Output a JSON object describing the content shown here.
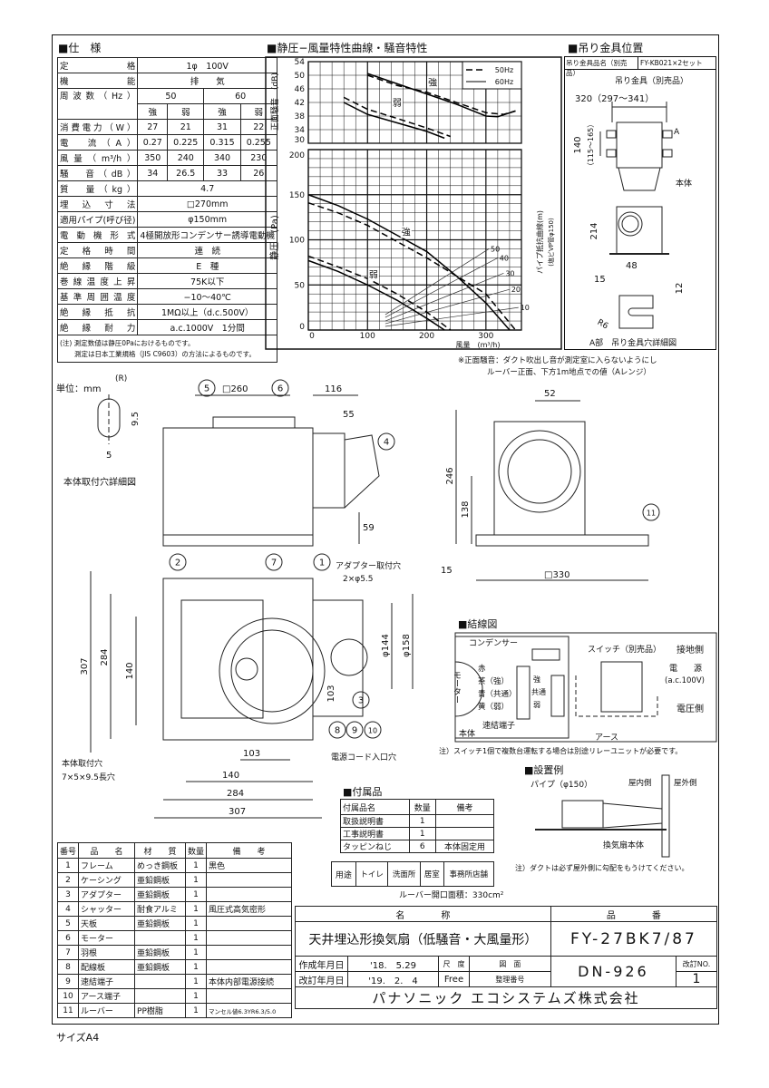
{
  "sheet": {
    "size_label": "サイズA4",
    "unit_label": "単位：mm"
  },
  "spec": {
    "title": "■仕　様",
    "rated": {
      "label": "定　　　格",
      "value": "1φ　100V"
    },
    "function": {
      "label": "機　　　能",
      "value": "排　　気"
    },
    "frequency": {
      "label": "周波数（Hz）",
      "f50": "50",
      "f60": "60"
    },
    "modes": [
      "強",
      "弱",
      "強",
      "弱"
    ],
    "measured": [
      {
        "label": "消費電力（W）",
        "values": [
          "27",
          "21",
          "31",
          "22"
        ]
      },
      {
        "label": "電　流（A）",
        "values": [
          "0.27",
          "0.225",
          "0.315",
          "0.255"
        ]
      },
      {
        "label": "風量（m³/h）",
        "values": [
          "350",
          "240",
          "340",
          "230"
        ]
      },
      {
        "label": "騒　音（dB）",
        "values": [
          "34",
          "26.5",
          "33",
          "26"
        ]
      }
    ],
    "rows": [
      {
        "label": "質　量（kg）",
        "value": "4.7"
      },
      {
        "label": "埋　込　寸　法",
        "value": "□270mm"
      },
      {
        "label": "適用パイプ(呼び径)",
        "value": "φ150mm"
      },
      {
        "label": "電 動 機 形 式",
        "value": "4極開放形コンデンサー誘導電動機"
      },
      {
        "label": "定　格　時　間",
        "value": "連　続"
      },
      {
        "label": "絶　縁　階　級",
        "value": "E　種"
      },
      {
        "label": "巻線温度上昇",
        "value": "75K以下"
      },
      {
        "label": "基準周囲温度",
        "value": "−10〜40℃"
      },
      {
        "label": "絶　縁　抵　抗",
        "value": "1MΩ以上（d.c.500V）"
      },
      {
        "label": "絶　縁　耐　力",
        "value": "a.c.1000V　1分間"
      }
    ],
    "notes": [
      "(注) 測定数値は静圧0Paにおけるものです。",
      "測定は日本工業規格（JIS C9603）の方法によるものです。"
    ]
  },
  "chart_data": {
    "type": "line",
    "title": "■静圧−風量特性曲線・騒音特性",
    "xlabel": "風量　(m³/h)",
    "xlim": [
      0,
      360
    ],
    "xticks": [
      "0",
      "100",
      "200",
      "300"
    ],
    "noise": {
      "ylabel": "正面騒音　(dB)",
      "ylim": [
        30,
        54
      ],
      "yticks": [
        "30",
        "34",
        "38",
        "42",
        "46",
        "50",
        "54"
      ],
      "series": [
        {
          "name": "60Hz 強",
          "style": "solid",
          "x": [
            100,
            150,
            200,
            250,
            300,
            320,
            350
          ],
          "y": [
            50.5,
            47.5,
            44.5,
            41.5,
            38,
            37.8,
            39.5
          ]
        },
        {
          "name": "50Hz 強",
          "style": "dashed",
          "x": [
            100,
            150,
            200,
            250,
            300,
            330,
            350
          ],
          "y": [
            50,
            47,
            45,
            42,
            39,
            38.5,
            39.5
          ]
        },
        {
          "name": "60Hz 弱",
          "style": "solid",
          "x": [
            60,
            100,
            150,
            200,
            230
          ],
          "y": [
            42,
            38.5,
            36,
            33.5,
            31.5
          ]
        },
        {
          "name": "50Hz 弱",
          "style": "dashed",
          "x": [
            60,
            100,
            150,
            200,
            240
          ],
          "y": [
            43.5,
            40,
            37.3,
            34.5,
            32
          ]
        }
      ],
      "labels": [
        {
          "text": "強",
          "x": 210,
          "y": 47
        },
        {
          "text": "弱",
          "x": 150,
          "y": 41
        }
      ]
    },
    "pressure": {
      "ylabel": "静圧　(Pa)",
      "ylim": [
        0,
        200
      ],
      "yticks": [
        "0",
        "50",
        "100",
        "150",
        "200"
      ],
      "series": [
        {
          "name": "60Hz 強",
          "style": "solid",
          "x": [
            0,
            50,
            100,
            150,
            200,
            250,
            300,
            340
          ],
          "y": [
            150,
            138,
            123,
            105,
            87,
            60,
            30,
            0
          ]
        },
        {
          "name": "50Hz 強",
          "style": "dashed",
          "x": [
            0,
            50,
            100,
            150,
            200,
            250,
            300,
            350
          ],
          "y": [
            141,
            130,
            116,
            98,
            80,
            60,
            40,
            0
          ]
        },
        {
          "name": "60Hz 弱",
          "style": "solid",
          "x": [
            0,
            50,
            100,
            150,
            200,
            230
          ],
          "y": [
            77,
            65,
            50,
            33,
            13,
            0
          ]
        },
        {
          "name": "50Hz 弱",
          "style": "dashed",
          "x": [
            0,
            50,
            100,
            150,
            200,
            240
          ],
          "y": [
            82,
            70,
            57,
            40,
            20,
            0
          ]
        }
      ],
      "labels": [
        {
          "text": "強",
          "x": 165,
          "y": 105
        },
        {
          "text": "弱",
          "x": 110,
          "y": 58
        }
      ],
      "pipe_resistance": {
        "label": "パイプ抵抗曲線(m)",
        "sublabel": "(塩ビVP管φ150)",
        "curves": [
          {
            "name": "50",
            "x": [
              130,
              305
            ],
            "y": [
              17,
              90
            ]
          },
          {
            "name": "40",
            "x": [
              130,
              320
            ],
            "y": [
              14,
              80
            ]
          },
          {
            "name": "30",
            "x": [
              130,
              330
            ],
            "y": [
              10,
              63
            ]
          },
          {
            "name": "20",
            "x": [
              130,
              340
            ],
            "y": [
              7,
              45
            ]
          },
          {
            "name": "10",
            "x": [
              130,
              355
            ],
            "y": [
              4,
              25
            ]
          }
        ]
      }
    },
    "legend": {
      "placement": "top-right",
      "entries": [
        "50Hz",
        "60Hz"
      ]
    },
    "grid": true
  },
  "chart_notes": [
    "※正面騒音：ダクト吹出し音が測定室に入らないようにし",
    "ルーバー正面、下方1m地点での値（Aレンジ）"
  ],
  "hanger": {
    "title": "■吊り金具位置",
    "name_label": "吊り金具品名（別売品）",
    "name_value": "FY-KB021×2セット",
    "part_label": "吊り金具（別売品）",
    "width_dim": "320（297〜341）",
    "pitch_dim": "140",
    "pitch_range": "（115〜165）",
    "a_mark": "A",
    "body_label": "本体",
    "height_dim": "214",
    "w48": "48",
    "w15": "15",
    "h12": "12",
    "radius": "R6",
    "detail_caption": "A部　吊り金具穴詳細図"
  },
  "drawing": {
    "hole_detail": {
      "r": "(R)",
      "h": "9.5",
      "w": "5",
      "caption": "本体取付穴詳細図"
    },
    "side": {
      "top": "□260",
      "overhang": "116",
      "adapter": "55",
      "drop": "59"
    },
    "front": {
      "w": "52",
      "h": "246",
      "h2": "138",
      "louver": "15",
      "louver_w": "□330"
    },
    "bottom": {
      "h307": "307",
      "h284": "284",
      "h140": "140",
      "d103": "103",
      "w140": "140",
      "w284": "284",
      "w307": "307",
      "phi144": "φ144",
      "phi158": "φ158",
      "v103": "103",
      "adapter_hole": "アダプター取付穴",
      "adapter_hole_size": "2×φ5.5",
      "mount_hole": "本体取付穴",
      "mount_hole_size": "7×5×9.5長穴",
      "cord_hole": "電源コード入口穴"
    },
    "callouts": [
      "1",
      "2",
      "3",
      "4",
      "5",
      "6",
      "7",
      "8",
      "9",
      "10",
      "11"
    ]
  },
  "wiring": {
    "title": "■結線図",
    "capacitor": "コンデンサー",
    "motor": "モーター",
    "wires": [
      "赤",
      "茶（強）",
      "青（共通）",
      "黄（弱）"
    ],
    "terminals": [
      "強",
      "共通",
      "弱"
    ],
    "body": "本体",
    "connector": "速結端子",
    "switch": "スイッチ（別売品）",
    "ground_side": "接地側",
    "power": "電　　源",
    "power_spec": "(a.c.100V)",
    "voltage_side": "電圧側",
    "earth": "アース",
    "note": "注）スイッチ1個で複数台運転する場合は別途リレーユニットが必要です。"
  },
  "install": {
    "title": "■設置例",
    "pipe": "パイプ（φ150）",
    "indoor": "屋内側",
    "outdoor": "屋外側",
    "body": "換気扇本体",
    "note": "注）ダクトは必ず屋外側に勾配をもうけてください。"
  },
  "accessories": {
    "title": "■付属品",
    "headers": [
      "付属品名",
      "数量",
      "備考"
    ],
    "rows": [
      [
        "取扱説明書",
        "1",
        ""
      ],
      [
        "工事説明書",
        "1",
        ""
      ],
      [
        "タッピンねじ",
        "6",
        "本体固定用"
      ]
    ]
  },
  "usage": {
    "label": "用途",
    "items": [
      "トイレ",
      "洗面所",
      "居室",
      "事務所店舗"
    ],
    "louver_area": "ルーバー開口面積：330cm²"
  },
  "parts": {
    "headers": [
      "番号",
      "品　　名",
      "材　　質",
      "数量",
      "備　　考"
    ],
    "rows": [
      [
        "1",
        "フレーム",
        "めっき鋼板",
        "1",
        "黒色"
      ],
      [
        "2",
        "ケーシング",
        "亜鉛鋼板",
        "1",
        ""
      ],
      [
        "3",
        "アダプター",
        "亜鉛鋼板",
        "1",
        ""
      ],
      [
        "4",
        "シャッター",
        "耐食アルミ",
        "1",
        "風圧式高気密形"
      ],
      [
        "5",
        "天板",
        "亜鉛鋼板",
        "1",
        ""
      ],
      [
        "6",
        "モーター",
        "",
        "1",
        ""
      ],
      [
        "7",
        "羽根",
        "亜鉛鋼板",
        "1",
        ""
      ],
      [
        "8",
        "配線板",
        "亜鉛鋼板",
        "1",
        ""
      ],
      [
        "9",
        "速結端子",
        "",
        "1",
        "本体内部電源接続"
      ],
      [
        "10",
        "アース端子",
        "",
        "1",
        ""
      ],
      [
        "11",
        "ルーバー",
        "PP樹脂",
        "1",
        "マンセル値6.3YR6.3/5.0"
      ]
    ]
  },
  "titleblock": {
    "name_header": "名　　　　称",
    "number_header": "品　　　　番",
    "product_name": "天井埋込形換気扇（低騒音・大風量形）",
    "product_number": "FY-27BK7/87",
    "created_label": "作成年月日",
    "created": "'18.　5.29",
    "revised_label": "改訂年月日",
    "revised": "'19.　2.　4",
    "scale_label": "尺　度",
    "scale": "Free",
    "drawing_label": "図　面",
    "ref_label": "整理番号",
    "drawing_number": "DN-926",
    "rev_label": "改訂NO.",
    "rev": "1",
    "company": "パナソニック エコシステムズ株式会社"
  }
}
